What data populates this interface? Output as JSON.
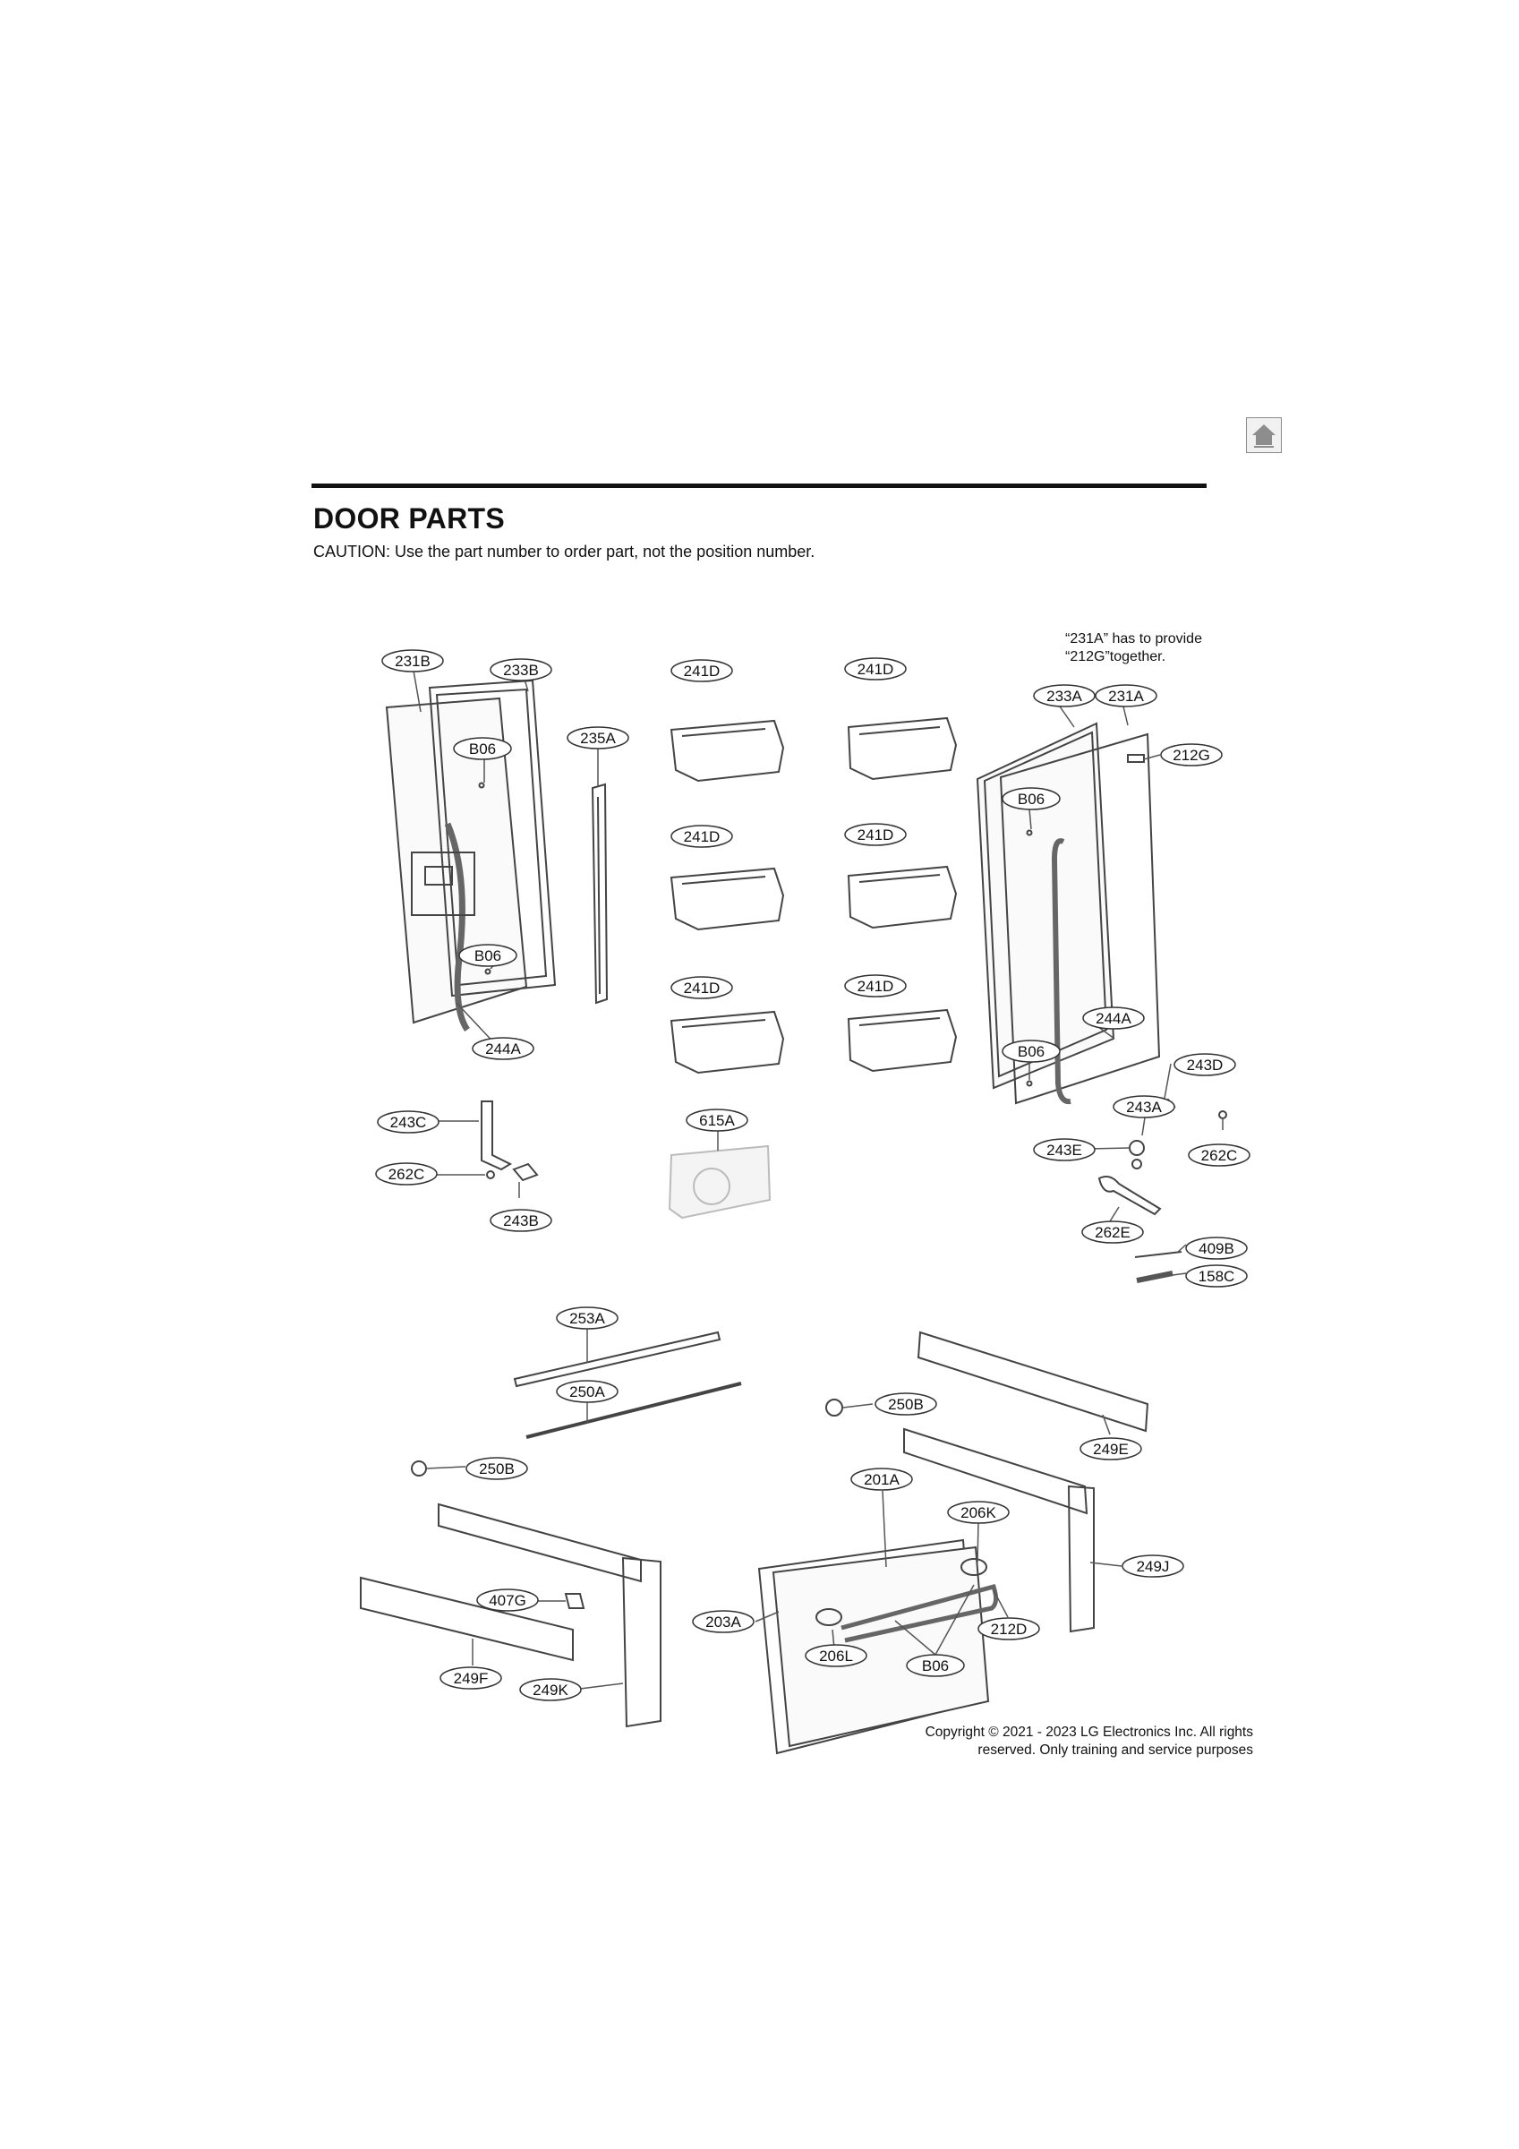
{
  "header": {
    "title": "DOOR PARTS",
    "caution": "CAUTION: Use the part number to order part, not the position number."
  },
  "note": {
    "line1": "“231A” has to provide",
    "line2": "“212G”together."
  },
  "copyright": {
    "line1": "Copyright © 2021 - 2023 LG Electronics Inc. All rights",
    "line2": "reserved. Only training and service purposes"
  },
  "icons": {
    "home": "home-icon"
  },
  "callouts": [
    "231B",
    "233B",
    "235A",
    "B06",
    "B06",
    "244A",
    "241D",
    "241D",
    "241D",
    "241D",
    "241D",
    "241D",
    "233A",
    "231A",
    "212G",
    "B06",
    "244A",
    "B06",
    "243D",
    "243A",
    "243E",
    "262C",
    "262E",
    "409B",
    "158C",
    "243C",
    "262C",
    "243B",
    "615A",
    "253A",
    "250A",
    "250B",
    "250B",
    "249E",
    "201A",
    "206K",
    "249J",
    "407G",
    "203A",
    "212D",
    "206L",
    "B06",
    "249F",
    "249K"
  ]
}
